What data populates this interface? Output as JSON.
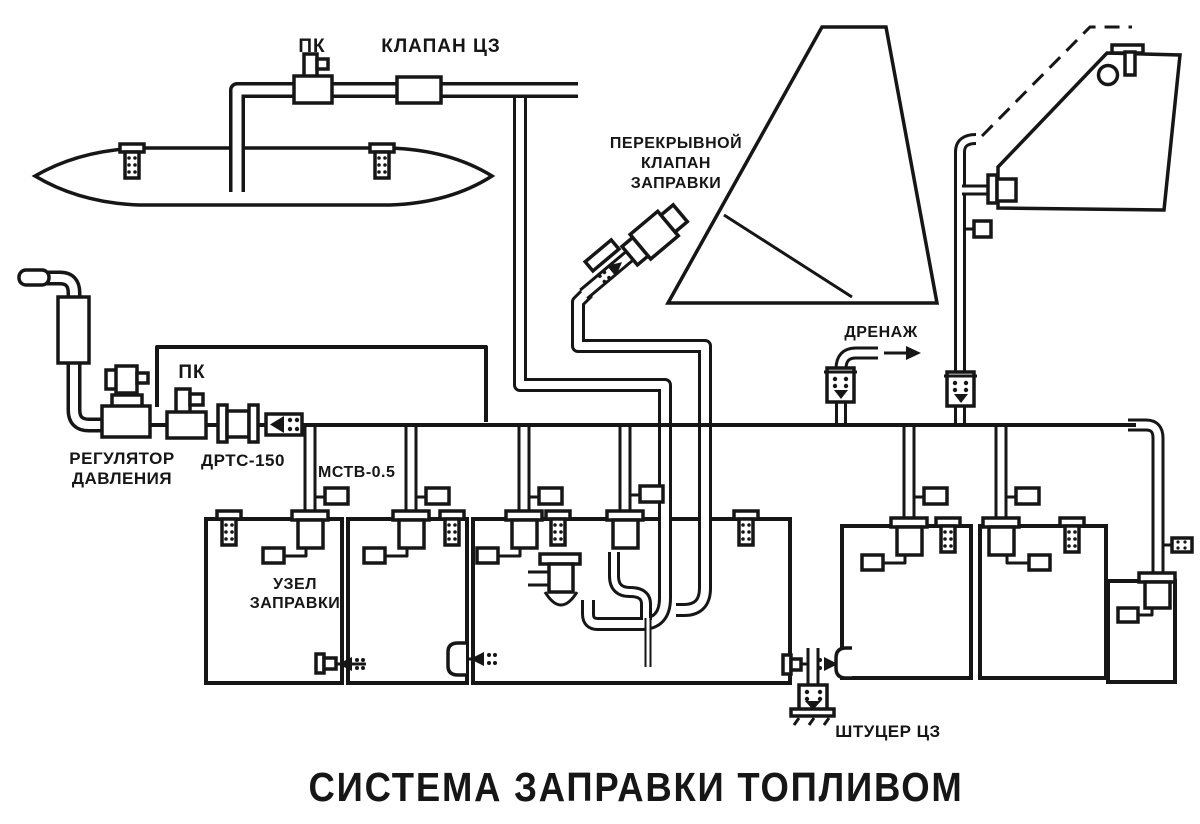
{
  "diagram": {
    "title": "СИСТЕМА ЗАПРАВКИ ТОПЛИВОМ",
    "colors": {
      "ink": "#161616",
      "paper": "#ffffff"
    },
    "labels": {
      "pk_top": "ПК",
      "klapan_cz": "КЛАПАН ЦЗ",
      "shutoff1": "ПЕРЕКРЫВНОЙ",
      "shutoff2": "КЛАПАН",
      "shutoff3": "ЗАПРАВКИ",
      "drain": "ДРЕНАЖ",
      "pk_left": "ПК",
      "regulator1": "РЕГУЛЯТОР",
      "regulator2": "ДАВЛЕНИЯ",
      "drts": "ДРТС-150",
      "mstv": "МСТВ-0.5",
      "uzel1": "УЗЕЛ",
      "uzel2": "ЗАПРАВКИ",
      "shtutser": "ШТУЦЕР ЦЗ"
    }
  }
}
